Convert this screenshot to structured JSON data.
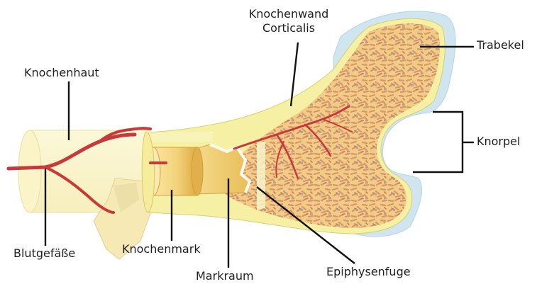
{
  "labels": {
    "knochenwand_line1": "Knochenwand",
    "knochenwand_line2": "Corticalis",
    "trabekel": "Trabekel",
    "knochenhaut": "Knochenhaut",
    "knorpel": "Knorpel",
    "blutgefaesse": "Blutgefäße",
    "knochenmark": "Knochenmark",
    "markraum": "Markraum",
    "epiphysenfuge": "Epiphysenfuge"
  },
  "colors": {
    "periosteum": "#fbf6cf",
    "periosteum_edge": "#e8dfa0",
    "cortex": "#f6f0a4",
    "cortex_edge": "#d9cf72",
    "spongy_base": "#f1cc86",
    "spongy_trabecula": "#d9956a",
    "spongy_gray": "#a7a7a0",
    "cartilage": "#cfe5f0",
    "marrow_light": "#fbe5a0",
    "marrow_mid": "#f0c965",
    "marrow_dark": "#deaa40",
    "vessel": "#c9383a",
    "vessel_dark": "#9e2528",
    "leader_line": "#111111"
  }
}
